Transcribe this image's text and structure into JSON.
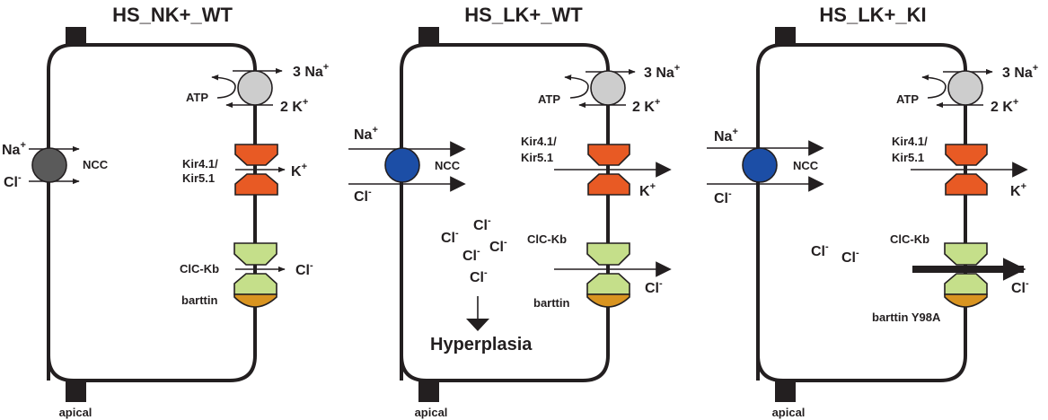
{
  "figure": {
    "panels": [
      {
        "id": "p1",
        "title": "HS_NK+_WT",
        "apical_label": "apical",
        "ncc": {
          "label": "NCC",
          "na": "Na",
          "na_sup": "+",
          "cl": "Cl",
          "cl_sup": "-",
          "color": "#5a5a5a",
          "arrow_style": "small"
        },
        "pump": {
          "atp": "ATP",
          "na": "3 Na",
          "na_sup": "+",
          "k": "2 K",
          "k_sup": "+",
          "color": "#cdcdcd"
        },
        "kir": {
          "label_line1": "Kir4.1/",
          "label_line2": "Kir5.1",
          "ion": "K",
          "ion_sup": "+",
          "color": "#e85a24",
          "arrow_style": "small"
        },
        "clc": {
          "label": "ClC-Kb",
          "subunit": "barttin",
          "ion": "Cl",
          "ion_sup": "-",
          "color": "#c5df8a",
          "subunit_color": "#d99420",
          "arrow_style": "small"
        },
        "intracellular_cl": [],
        "outcome": null
      },
      {
        "id": "p2",
        "title": "HS_LK+_WT",
        "apical_label": "apical",
        "ncc": {
          "label": "NCC",
          "na": "Na",
          "na_sup": "+",
          "cl": "Cl",
          "cl_sup": "-",
          "color": "#1c4ea6",
          "arrow_style": "large"
        },
        "pump": {
          "atp": "ATP",
          "na": "3 Na",
          "na_sup": "+",
          "k": "2 K",
          "k_sup": "+",
          "color": "#cdcdcd"
        },
        "kir": {
          "label_line1": "Kir4.1/",
          "label_line2": "Kir5.1",
          "ion": "K",
          "ion_sup": "+",
          "color": "#e85a24",
          "arrow_style": "large"
        },
        "clc": {
          "label": "ClC-Kb",
          "subunit": "barttin",
          "ion": "Cl",
          "ion_sup": "-",
          "color": "#c5df8a",
          "subunit_color": "#d99420",
          "arrow_style": "large"
        },
        "intracellular_cl": [
          {
            "text": "Cl",
            "sup": "-"
          },
          {
            "text": "Cl",
            "sup": "-"
          },
          {
            "text": "Cl",
            "sup": "-"
          },
          {
            "text": "Cl",
            "sup": "-"
          },
          {
            "text": "Cl",
            "sup": "-"
          }
        ],
        "outcome": "Hyperplasia"
      },
      {
        "id": "p3",
        "title": "HS_LK+_KI",
        "apical_label": "apical",
        "ncc": {
          "label": "NCC",
          "na": "Na",
          "na_sup": "+",
          "cl": "Cl",
          "cl_sup": "-",
          "color": "#1c4ea6",
          "arrow_style": "large"
        },
        "pump": {
          "atp": "ATP",
          "na": "3 Na",
          "na_sup": "+",
          "k": "2 K",
          "k_sup": "+",
          "color": "#cdcdcd"
        },
        "kir": {
          "label_line1": "Kir4.1/",
          "label_line2": "Kir5.1",
          "ion": "K",
          "ion_sup": "+",
          "color": "#e85a24",
          "arrow_style": "large"
        },
        "clc": {
          "label": "ClC-Kb",
          "subunit": "barttin Y98A",
          "ion": "Cl",
          "ion_sup": "-",
          "color": "#c5df8a",
          "subunit_color": "#d99420",
          "arrow_style": "thick"
        },
        "intracellular_cl": [
          {
            "text": "Cl",
            "sup": "-"
          },
          {
            "text": "Cl",
            "sup": "-"
          }
        ],
        "outcome": null
      }
    ],
    "colors": {
      "membrane": "#231f20",
      "text": "#231f20"
    }
  }
}
